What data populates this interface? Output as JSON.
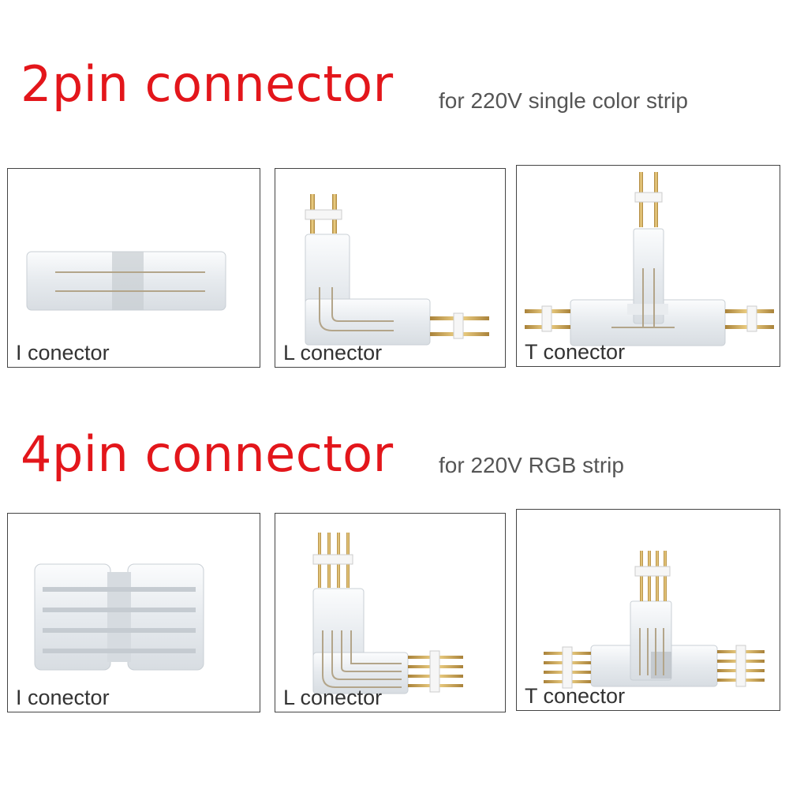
{
  "section_2pin": {
    "title": "2pin connector",
    "subtitle": "for 220V single color strip",
    "panels": [
      {
        "caption": "I conector",
        "icon": "i-connector-2pin"
      },
      {
        "caption": "L conector",
        "icon": "l-connector-2pin"
      },
      {
        "caption": "T conector",
        "icon": "t-connector-2pin"
      }
    ]
  },
  "section_4pin": {
    "title": "4pin connector",
    "subtitle": "for 220V RGB strip",
    "panels": [
      {
        "caption": "I conector",
        "icon": "i-connector-4pin"
      },
      {
        "caption": "L conector",
        "icon": "l-connector-4pin"
      },
      {
        "caption": "T conector",
        "icon": "t-connector-4pin"
      }
    ]
  },
  "colors": {
    "title": "#e3161b",
    "subtitle": "#555555",
    "body": "#f2f4f6",
    "pin": "#c9a24a"
  }
}
